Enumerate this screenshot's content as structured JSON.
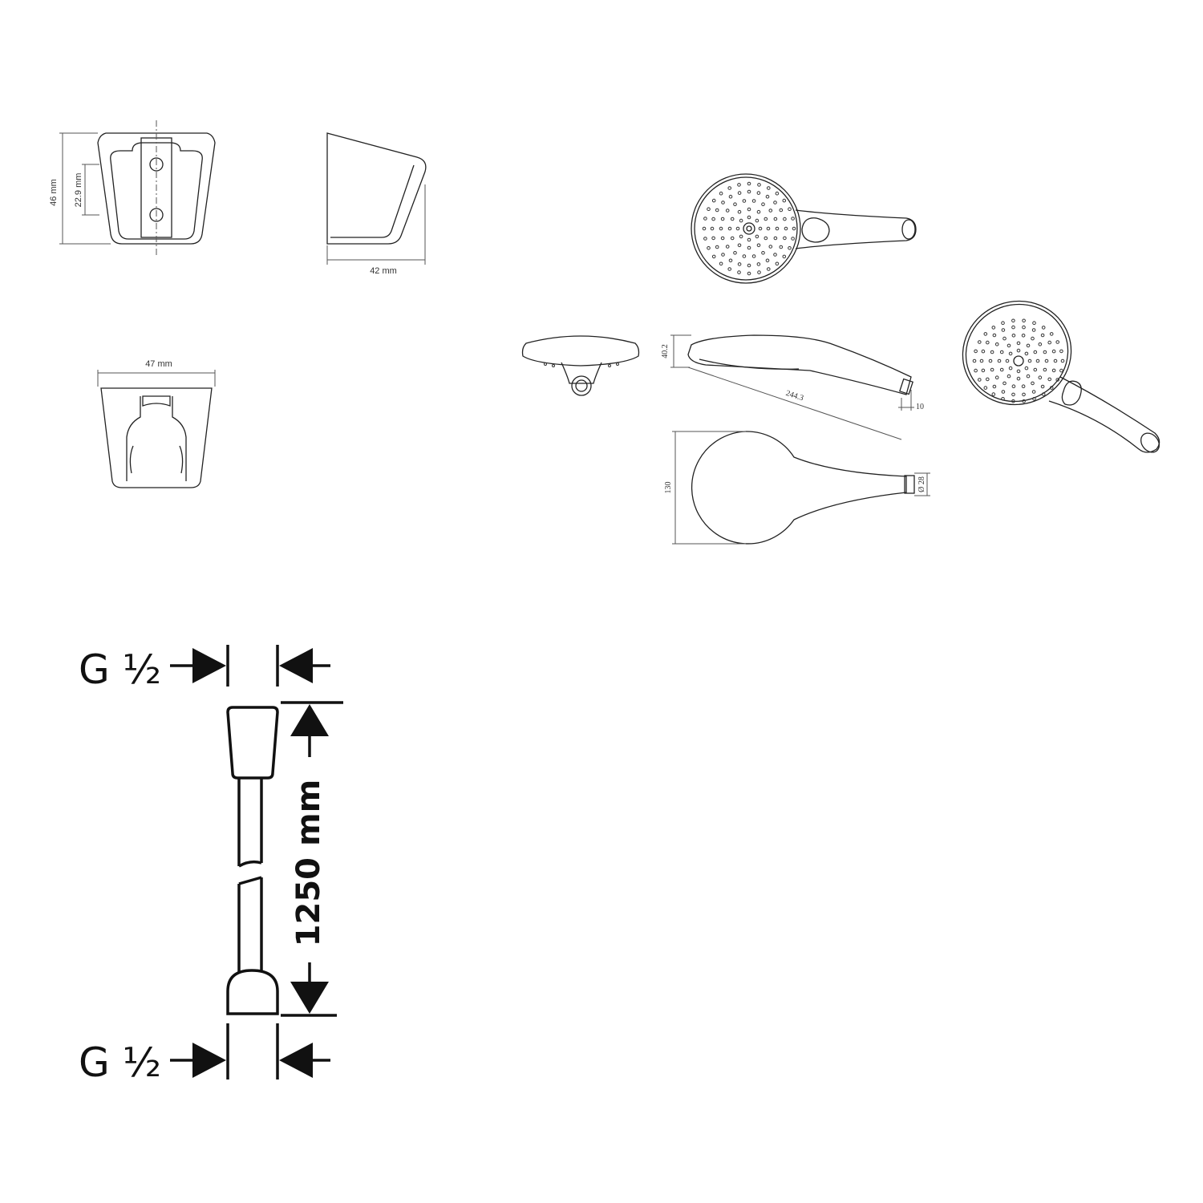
{
  "holder": {
    "height_label": "46 mm",
    "hole_spacing_label": "22.9 mm",
    "depth_label": "42 mm",
    "width_label": "47 mm"
  },
  "hand_shower": {
    "thickness_label": "40.2",
    "length_label": "244.3",
    "outlet_label": "10",
    "head_diameter_label": "130",
    "connector_label": "Ø 28"
  },
  "hose": {
    "top_thread_label": "G ½",
    "bottom_thread_label": "G ½",
    "length_label": "1250 mm"
  }
}
